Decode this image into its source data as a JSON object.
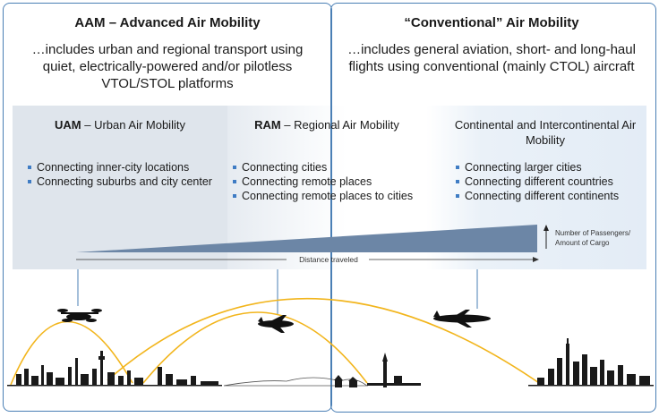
{
  "aam": {
    "title_main": "AAM",
    "title_rest": " – Advanced Air Mobility",
    "description": "…includes urban and regional transport using quiet, electrically-powered and/or pilotless VTOL/STOL platforms"
  },
  "conventional": {
    "title": "“Conventional” Air Mobility",
    "description": "…includes general aviation, short- and long-haul flights using conventional (mainly CTOL) aircraft"
  },
  "uam": {
    "abbr": "UAM",
    "name": " – Urban Air Mobility",
    "items": [
      "Connecting inner-city locations",
      "Connecting suburbs and city center"
    ]
  },
  "ram": {
    "abbr": "RAM",
    "name": " – Regional Air Mobility",
    "items": [
      "Connecting cities",
      "Connecting remote places",
      "Connecting remote places to cities"
    ]
  },
  "continental": {
    "title": "Continental and Intercontinental Air Mobility",
    "items": [
      "Connecting larger cities",
      "Connecting different countries",
      "Connecting different continents"
    ]
  },
  "axes": {
    "passengers_label": "Number of Passengers/ Amount of Cargo",
    "distance_label": "Distance traveled"
  },
  "colors": {
    "frame": "#4a7fb5",
    "wedge": "#6c86a6",
    "arc": "#f2b51c",
    "bullet": "#3f7cc4"
  },
  "icons": [
    "evtol-icon",
    "regional-plane-icon",
    "airliner-icon",
    "skyline-left-icon",
    "skyline-right-icon"
  ]
}
